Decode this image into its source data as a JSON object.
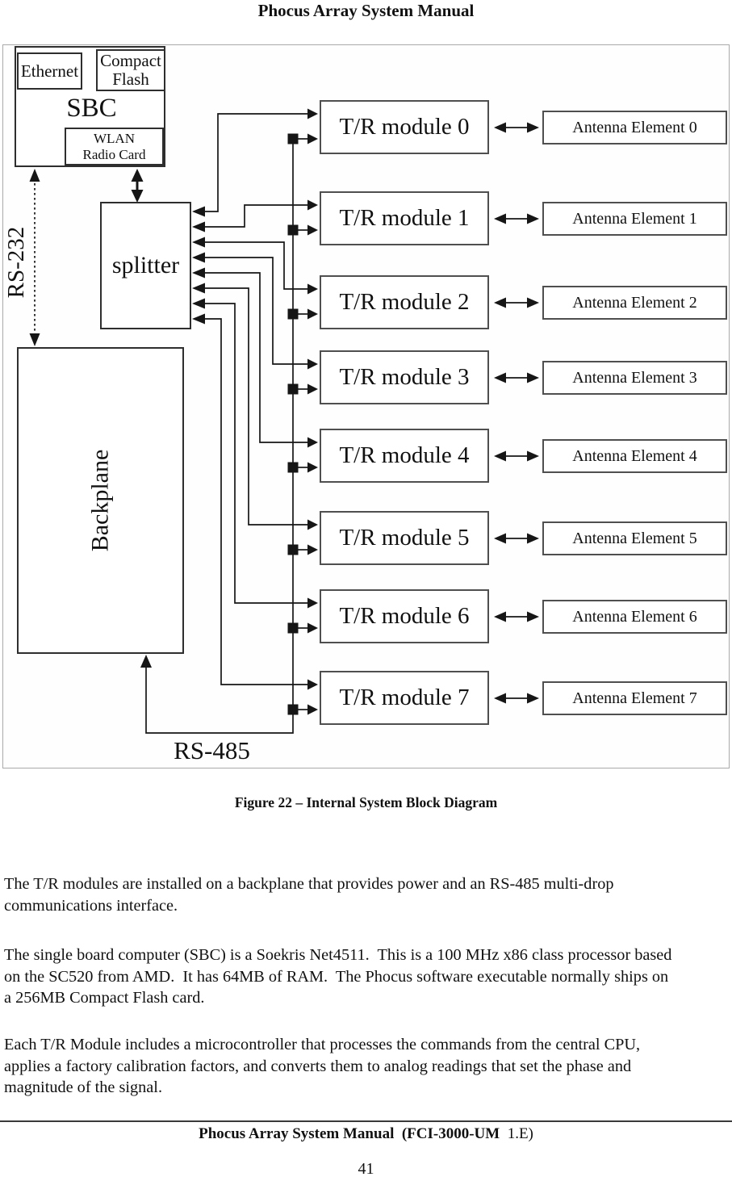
{
  "header": {
    "title": "Phocus Array System Manual"
  },
  "diagram": {
    "sbc_label": "SBC",
    "ethernet_label": "Ethernet",
    "compact_flash_label": "Compact\nFlash",
    "wlan_label": "WLAN\nRadio Card",
    "splitter_label": "splitter",
    "backplane_label": "Backplane",
    "rs232_label": "RS-232",
    "rs485_label": "RS-485",
    "rows": [
      {
        "module": "T/R module 0",
        "antenna": "Antenna Element 0"
      },
      {
        "module": "T/R module 1",
        "antenna": "Antenna Element 1"
      },
      {
        "module": "T/R module 2",
        "antenna": "Antenna Element 2"
      },
      {
        "module": "T/R module 3",
        "antenna": "Antenna Element 3"
      },
      {
        "module": "T/R module 4",
        "antenna": "Antenna Element 4"
      },
      {
        "module": "T/R module 5",
        "antenna": "Antenna Element 5"
      },
      {
        "module": "T/R module 6",
        "antenna": "Antenna Element 6"
      },
      {
        "module": "T/R module 7",
        "antenna": "Antenna Element 7"
      }
    ],
    "line_color": "#161616"
  },
  "figure_caption": "Figure 22 – Internal System Block Diagram",
  "body": {
    "paragraphs": [
      "The T/R modules are installed on a backplane that provides power and an RS-485 multi-drop communications interface.",
      "The single board computer (SBC) is a Soekris Net4511.  This is a 100 MHz x86 class processor based on the SC520 from AMD.  It has 64MB of RAM.  The Phocus software executable normally ships on a 256MB Compact Flash card.",
      "Each T/R Module includes a microcontroller that processes the commands from the central CPU, applies a factory calibration factors, and converts them to analog readings that set the phase and magnitude of the signal."
    ]
  },
  "footer": {
    "manual_ref_bold": "Phocus Array System Manual  (FCI-3000-UM",
    "version_regular": "  1.E)",
    "page_number": "41"
  }
}
